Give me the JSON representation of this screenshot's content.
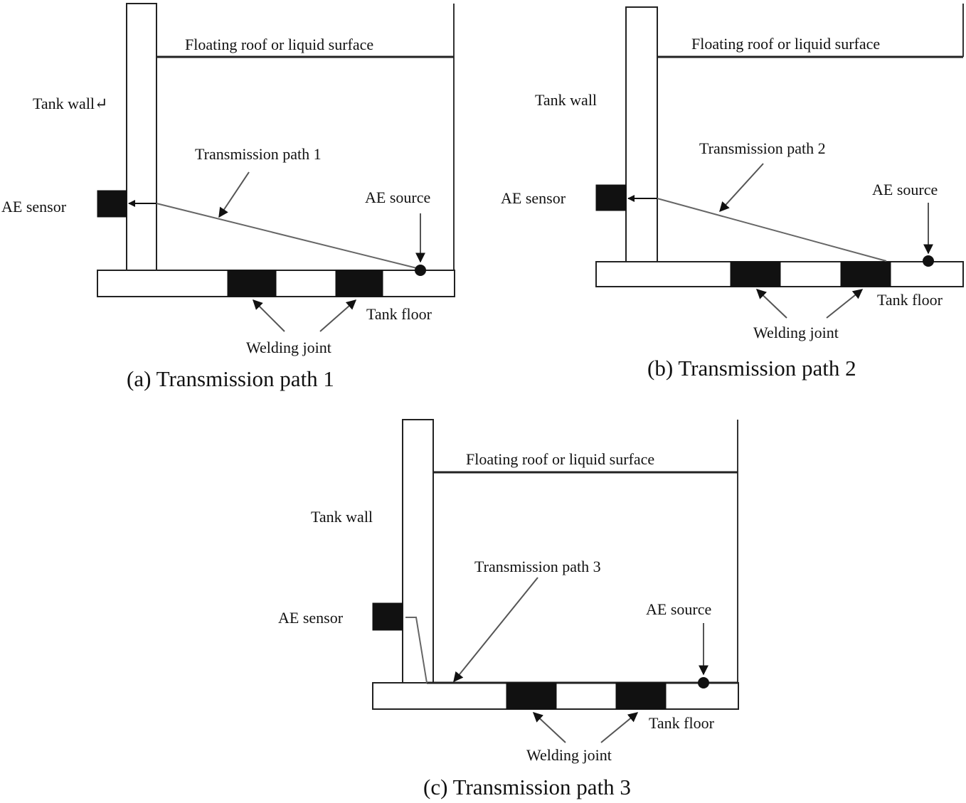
{
  "panels": [
    {
      "id": "a",
      "labels": {
        "roof": "Floating roof or liquid surface",
        "wall": "Tank wall↵",
        "path": "Transmission path 1",
        "sensor": "AE sensor",
        "source": "AE source",
        "floor": "Tank floor",
        "joint": "Welding joint"
      },
      "caption": "(a) Transmission path 1"
    },
    {
      "id": "b",
      "labels": {
        "roof": "Floating roof or liquid surface",
        "wall": "Tank wall",
        "path": "Transmission path 2",
        "sensor": "AE sensor",
        "source": "AE source",
        "floor": "Tank floor",
        "joint": "Welding joint"
      },
      "caption": "(b) Transmission path 2"
    },
    {
      "id": "c",
      "labels": {
        "roof": "Floating roof or liquid surface",
        "wall": "Tank wall",
        "path": "Transmission path 3",
        "sensor": "AE sensor",
        "source": "AE source",
        "floor": "Tank floor",
        "joint": "Welding joint"
      },
      "caption": "(c) Transmission path 3"
    }
  ]
}
